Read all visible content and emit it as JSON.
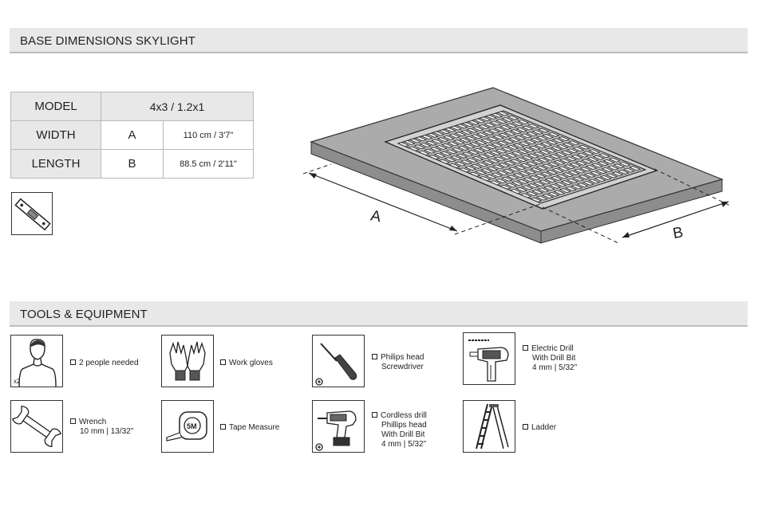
{
  "sections": {
    "base_title": "BASE DIMENSIONS SKYLIGHT",
    "tools_title": "TOOLS & EQUIPMENT"
  },
  "dimensions": {
    "model_label": "MODEL",
    "model_value": "4x3  /  1.2x1",
    "rows": [
      {
        "label": "WIDTH",
        "letter": "A",
        "value": "110 cm / 3'7\""
      },
      {
        "label": "LENGTH",
        "letter": "B",
        "value": "88.5 cm / 2'11\""
      }
    ]
  },
  "diagram": {
    "label_a": "A",
    "label_b": "B"
  },
  "tools": {
    "people": {
      "badge": "x2",
      "lines": [
        "2 people needed"
      ]
    },
    "gloves": {
      "lines": [
        "Work gloves"
      ]
    },
    "screwdriver": {
      "lines": [
        "Philips head",
        "Screwdriver"
      ]
    },
    "electric_drill": {
      "lines": [
        "Electric Drill",
        "With Drill Bit",
        "4 mm | 5/32\""
      ]
    },
    "wrench": {
      "lines": [
        "Wrench",
        "10 mm | 13/32\""
      ]
    },
    "tape": {
      "badge": "5M",
      "lines": [
        "Tape Measure"
      ]
    },
    "cordless_drill": {
      "lines": [
        "Cordless drill",
        "Phillips head",
        "With Drill Bit",
        "4 mm | 5/32\""
      ]
    },
    "ladder": {
      "lines": [
        "Ladder"
      ]
    }
  }
}
